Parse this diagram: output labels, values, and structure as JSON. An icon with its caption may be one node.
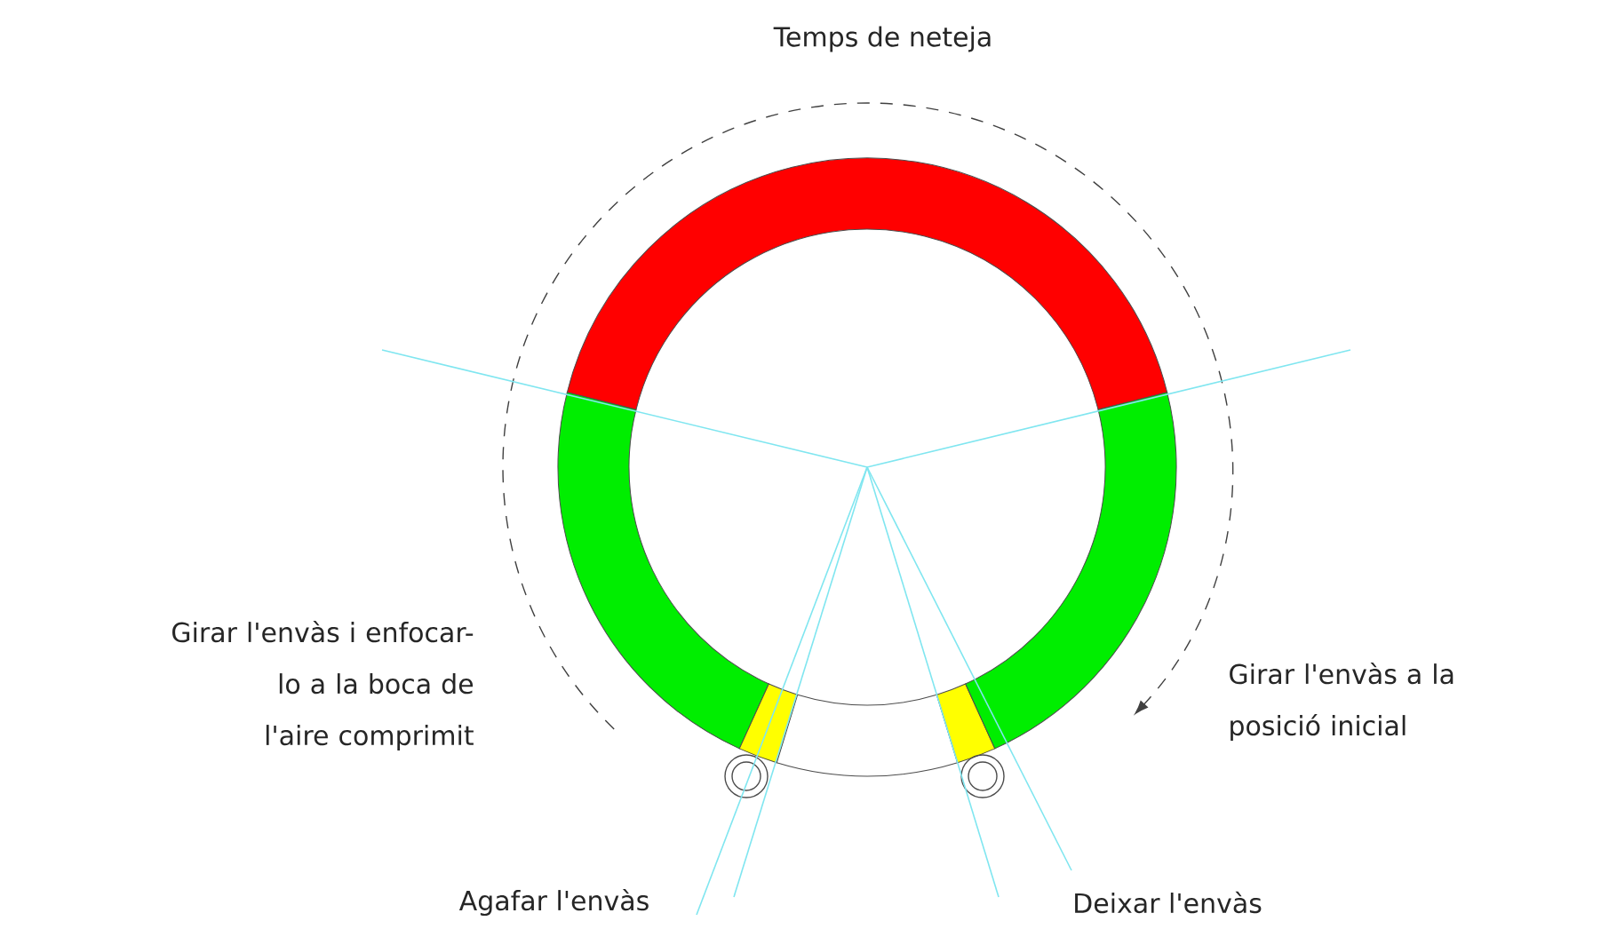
{
  "diagram": {
    "labels": [
      "Temps de neteja",
      "Girar l'envàs i enfocar-lo a la boca de l'aire comprimit",
      "Girar l'envàs a la posició inicial",
      "Agafar l'envàs",
      "Deixar l'envàs"
    ]
  }
}
